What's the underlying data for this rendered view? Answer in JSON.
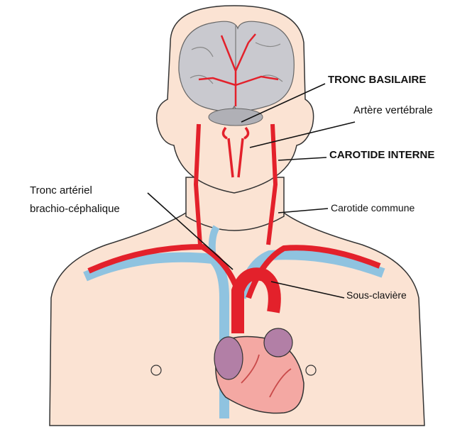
{
  "labels": {
    "tronc_basilaire": "TRONC BASILAIRE",
    "artere_vertebrale": "Artère vertébrale",
    "carotide_interne": "CAROTIDE INTERNE",
    "tronc_arteriel_line1": "Tronc artériel",
    "tronc_arteriel_line2": "brachio-céphalique",
    "carotide_commune": "Carotide commune",
    "sous_claviere": "Sous-clavière"
  },
  "colors": {
    "skin": "#fbe3d3",
    "outline": "#333333",
    "artery": "#e3212b",
    "vein": "#8fc3e0",
    "brain": "#c9c9cf",
    "heart": "#f4a8a3",
    "atrium": "#b27fa6"
  }
}
